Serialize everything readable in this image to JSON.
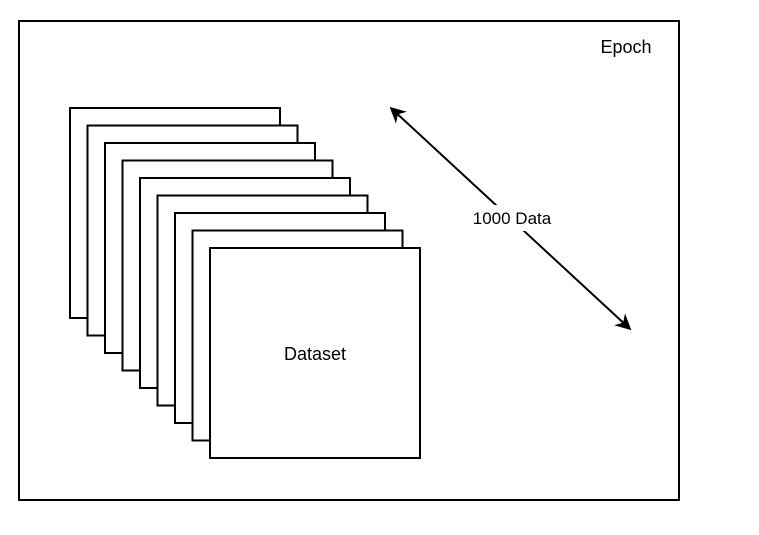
{
  "diagram": {
    "frame_label": "Epoch",
    "front_card_label": "Dataset",
    "stack_count": 9,
    "arrow_label": "1000 Data"
  },
  "colors": {
    "stroke": "#000000",
    "fill": "#ffffff",
    "text": "#000000"
  }
}
